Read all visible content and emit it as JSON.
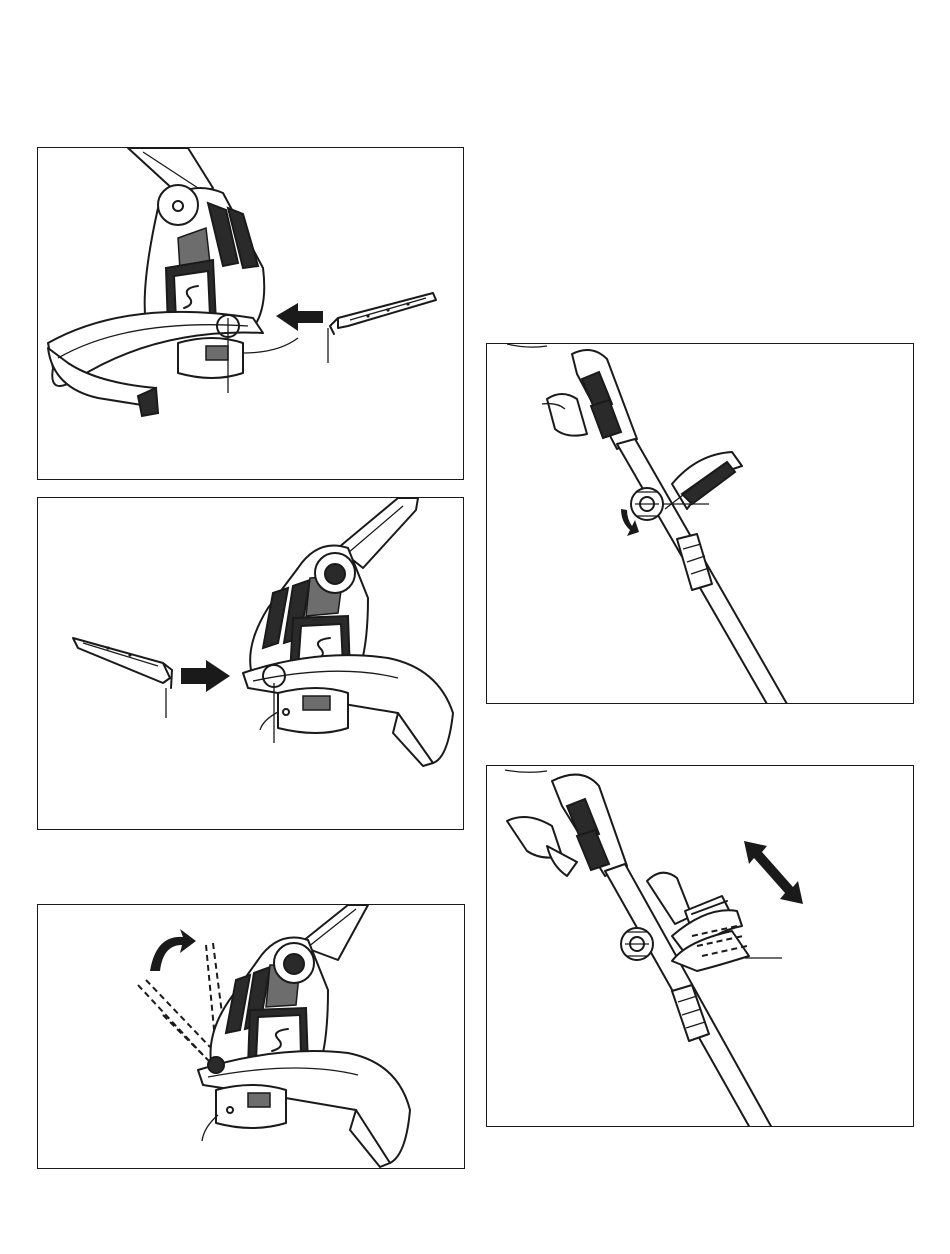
{
  "page": {
    "figures": [
      {
        "id": "fig-1",
        "description_icons": [
          "trimmer-head-icon",
          "edge-guide-icon",
          "arrow-left-icon"
        ]
      },
      {
        "id": "fig-2",
        "description_icons": [
          "trimmer-head-icon",
          "edge-guide-icon",
          "arrow-right-icon"
        ]
      },
      {
        "id": "fig-3",
        "description_icons": [
          "trimmer-head-icon",
          "edge-guide-icon",
          "rotate-arrow-icon"
        ]
      },
      {
        "id": "fig-4",
        "description_icons": [
          "shaft-icon",
          "auxiliary-handle-icon",
          "knob-icon",
          "rotate-arrow-icon"
        ]
      },
      {
        "id": "fig-5",
        "description_icons": [
          "shaft-icon",
          "auxiliary-handle-icon",
          "knob-icon",
          "double-arrow-icon"
        ]
      }
    ]
  },
  "colors": {
    "line": "#1a1a1a",
    "background": "#ffffff",
    "shade": "#6d6d6d"
  }
}
